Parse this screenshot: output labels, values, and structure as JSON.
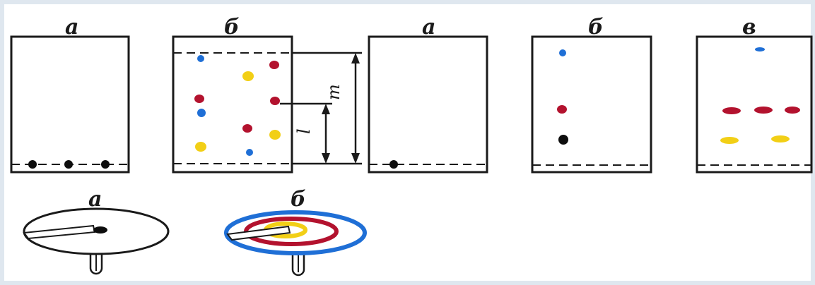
{
  "labels": {
    "top_1_a": "а",
    "top_1_b": "б",
    "top_2_a": "а",
    "top_2_b": "б",
    "top_2_v": "в",
    "bottom_a": "а",
    "bottom_b": "б",
    "dim_m": "m",
    "dim_l": "l"
  },
  "colors": {
    "ink": "#1a1a1a",
    "blue": "#1f6fd6",
    "red": "#b3122e",
    "yellow": "#f2cf16",
    "black": "#0d0d0d"
  }
}
